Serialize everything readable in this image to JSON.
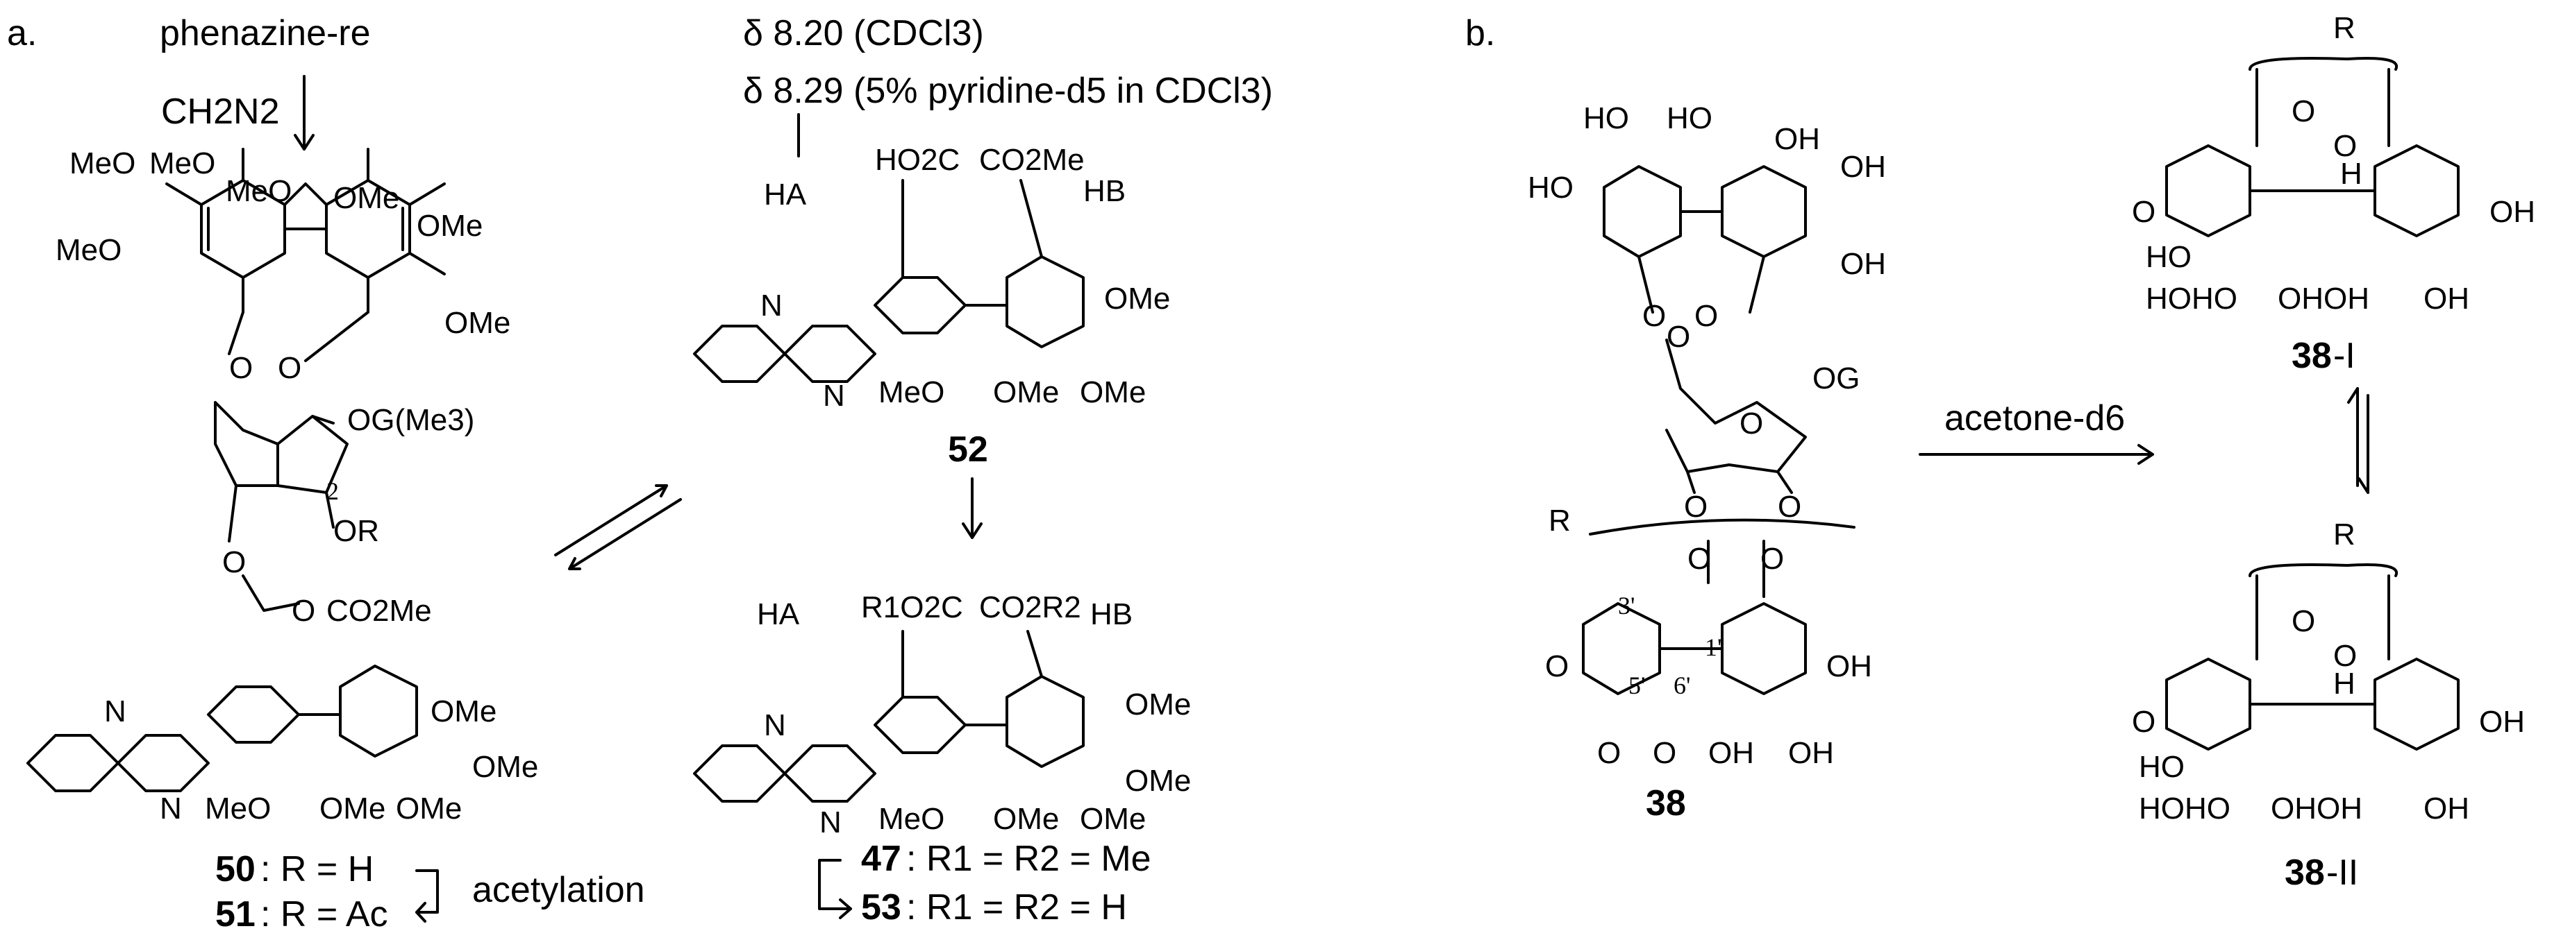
{
  "panels": {
    "a": {
      "label": "a.",
      "reagent_top": "phenazine-re",
      "reagent_ch2n2": "CH2N2",
      "shift_1": "δ 8.20 (CDCl3)",
      "shift_2": "δ 8.29 (5% pyridine-d5 in CDCl3)",
      "cmp50": "50",
      "cmp50_text": ": R = H",
      "cmp51": "51",
      "cmp51_text": ": R = Ac",
      "acetylation": "acetylation",
      "cmp52": "52",
      "cmp47": "47",
      "cmp47_text": ": R1 = R2 = Me",
      "cmp53": "53",
      "cmp53_text": ": R1 = R2 = H",
      "og_me3": "OG(Me3)",
      "or": "OR",
      "pos2": "2"
    },
    "b": {
      "label": "b.",
      "solvent": "acetone-d6",
      "cmp38": "38",
      "cmp38i_num": "38",
      "cmp38i_suffix": "-I",
      "cmp38ii_num": "38",
      "cmp38ii_suffix": "-II",
      "og": "OG",
      "r": "R",
      "pos3": "3'",
      "pos1": "1'",
      "pos5": "5'",
      "pos6": "6'"
    }
  },
  "atoms": {
    "meo": "MeO",
    "ome": "OMe",
    "co2me": "CO2Me",
    "ho2c": "HO2C",
    "r1o2c": "R1O2C",
    "co2r2": "CO2R2",
    "ha": "HA",
    "hb": "HB",
    "n": "N",
    "o": "O",
    "ho": "HO",
    "oh": "OH",
    "h": "H",
    "hoho": "HOHO",
    "ohoh": "OHOH"
  }
}
